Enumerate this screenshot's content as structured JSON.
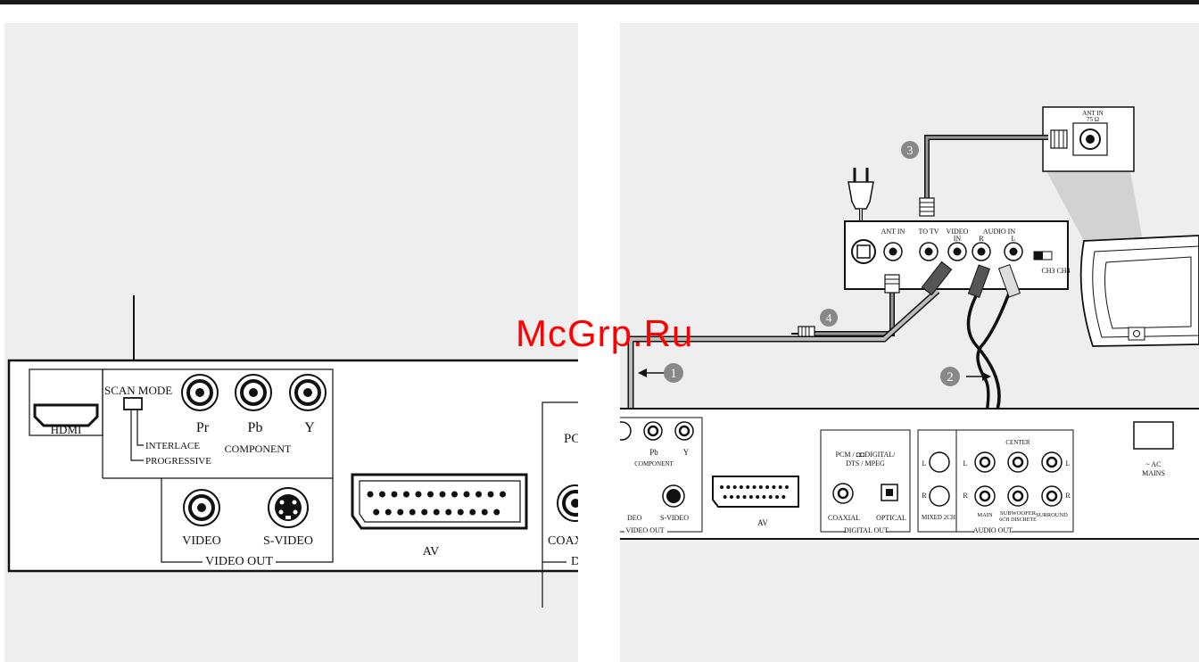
{
  "watermark": "McGrp.Ru",
  "left_panel": {
    "hdmi": "HDMI",
    "scan_mode": "SCAN MODE",
    "interlace": "INTERLACE",
    "progressive": "PROGRESSIVE",
    "pr": "Pr",
    "pb": "Pb",
    "y": "Y",
    "component": "COMPONENT",
    "video": "VIDEO",
    "s_video": "S-VIDEO",
    "video_out": "VIDEO OUT",
    "av": "AV",
    "pc_partial": "PC",
    "coax_partial": "COAX",
    "d_partial": "D"
  },
  "right_panel": {
    "ant_in_tv": "ANT IN",
    "ant_in_tv_ohm": "75 Ω",
    "step_1": "1",
    "step_2": "2",
    "step_3": "3",
    "step_4": "4",
    "rf_ant_in": "ANT IN",
    "rf_to_tv": "TO TV",
    "rf_video": "VIDEO",
    "rf_video_in": "IN",
    "rf_audio_in": "AUDIO   IN",
    "rf_r": "R",
    "rf_l": "L",
    "rf_ch3": "CH3",
    "rf_ch4": "CH4",
    "pb": "Pb",
    "y": "Y",
    "component": "COMPONENT",
    "video_partial": "DEO",
    "s_video": "S-VIDEO",
    "video_out": "VIDEO OUT",
    "av": "AV",
    "pcm_line1": "PCM / ◘◘DIGITAL/",
    "pcm_line2": "DTS / MPEG",
    "coaxial": "COAXIAL",
    "optical": "OPTICAL",
    "digital_out": "DIGITAL OUT",
    "l": "L",
    "r": "R",
    "mixed_2ch": "MIXED 2CH",
    "center": "CENTER",
    "main": "MAIN",
    "subwoofer": "SUBWOOFER",
    "discrete": "6CH DISCRETE",
    "surround": "SURROUND",
    "audio_out": "AUDIO OUT",
    "ac": "~ AC",
    "mains": "MAINS"
  }
}
